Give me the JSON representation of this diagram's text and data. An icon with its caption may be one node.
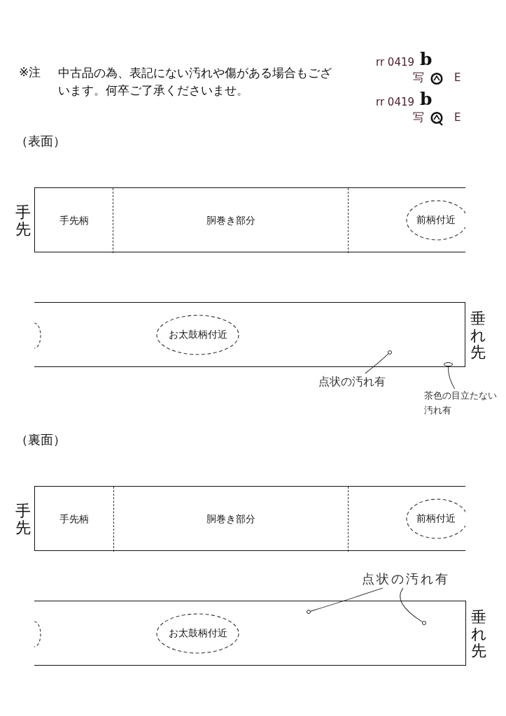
{
  "diagram": {
    "nodes": [
      {
        "text": [],
        "shape": "box",
        "beside": [
          "手先"
        ]
      },
      {
        "text": [
          "手先柄"
        ],
        "in": 0
      },
      {
        "text": [
          "胴巻き部分"
        ],
        "in": 0
      },
      {
        "text": [
          "前柄付近"
        ],
        "in": 0
      },
      {
        "text": [],
        "shape": "box",
        "beside": [
          "垂れ先"
        ]
      },
      {
        "text": [
          "お太鼓柄付近"
        ],
        "in": 4
      },
      {
        "text": [],
        "shape": "circle",
        "in": 4
      },
      {
        "text": [],
        "shape": "circle",
        "in": 4
      },
      {
        "text": [
          "点状の汚れ有"
        ]
      },
      {
        "text": [
          "茶色の目立たない汚れ有"
        ]
      },
      {
        "text": [],
        "shape": "box",
        "beside": [
          "手先"
        ]
      },
      {
        "text": [
          "手先柄"
        ],
        "in": 10
      },
      {
        "text": [
          "胴巻き部分"
        ],
        "in": 10
      },
      {
        "text": [
          "前柄付近"
        ],
        "in": 10
      },
      {
        "text": [],
        "shape": "box",
        "beside": [
          "垂れ先"
        ]
      },
      {
        "text": [
          "お太鼓柄付近"
        ],
        "in": 14
      },
      {
        "text": [],
        "shape": "circle",
        "in": 14
      },
      {
        "text": [],
        "shape": "circle",
        "in": 14
      },
      {
        "text": [
          "点状の汚れ有"
        ]
      }
    ],
    "edges": [
      {
        "from": 8,
        "to": 6,
        "arrow": "none"
      },
      {
        "from": 9,
        "to": 7,
        "arrow": "none"
      },
      {
        "from": 18,
        "to": 16,
        "arrow": "none"
      },
      {
        "from": 18,
        "to": 17,
        "arrow": "none"
      }
    ],
    "labels": [
      "※注",
      "中古品の為、表記にない汚れや傷がある場合もございます。何卒ご了承くださいませ。",
      "rr 0419",
      "b",
      "写",
      "E",
      "rr 0419",
      "b",
      "写",
      "E",
      "（表面）",
      "（裏面）"
    ]
  }
}
